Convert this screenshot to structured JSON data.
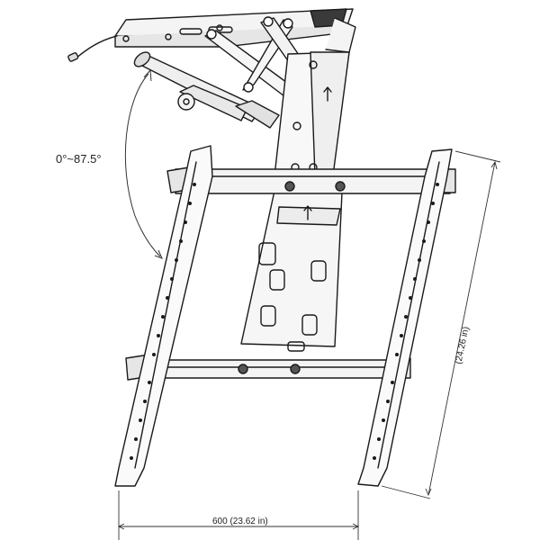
{
  "diagram": {
    "tilt_label": "0°~87.5°",
    "width_label": "600 (23.62 in)",
    "height_label": "(24.26 in)"
  }
}
